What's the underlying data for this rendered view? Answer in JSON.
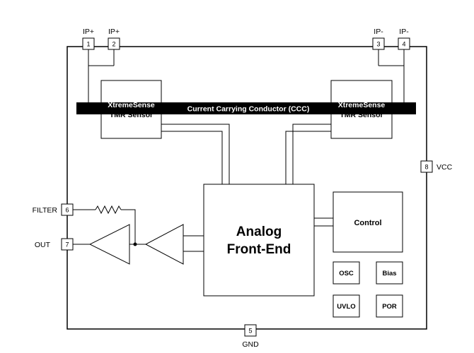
{
  "pins": {
    "ip_plus_1": {
      "num": "1",
      "label": "IP+"
    },
    "ip_plus_2": {
      "num": "2",
      "label": "IP+"
    },
    "ip_minus_3": {
      "num": "3",
      "label": "IP-"
    },
    "ip_minus_4": {
      "num": "4",
      "label": "IP-"
    },
    "gnd": {
      "num": "5",
      "label": "GND"
    },
    "filter": {
      "num": "6",
      "label": "FILTER"
    },
    "out": {
      "num": "7",
      "label": "OUT"
    },
    "vcc": {
      "num": "8",
      "label": "VCC"
    }
  },
  "conductor": {
    "label": "Current Carrying Conductor (CCC)"
  },
  "sensor_left": {
    "line1": "XtremeSense",
    "line2": "TMR Sensor"
  },
  "sensor_right": {
    "line1": "XtremeSense",
    "line2": "TMR Sensor"
  },
  "afe": {
    "line1": "Analog",
    "line2": "Front-End"
  },
  "control": {
    "label": "Control"
  },
  "osc": {
    "label": "OSC"
  },
  "bias": {
    "label": "Bias"
  },
  "uvlo": {
    "label": "UVLO"
  },
  "por": {
    "label": "POR"
  }
}
